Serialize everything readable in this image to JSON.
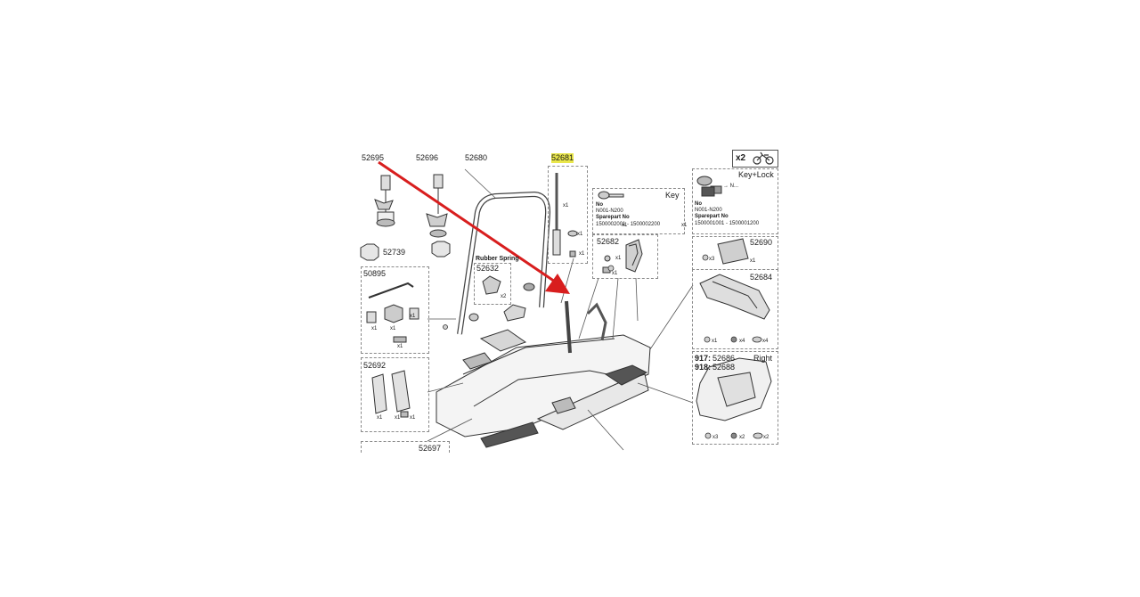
{
  "parts": {
    "p52695": "52695",
    "p52696": "52696",
    "p52680": "52680",
    "p52681": "52681",
    "p52739": "52739",
    "p50895": "50895",
    "p52632": "52632",
    "p52692": "52692",
    "p52682": "52682",
    "p52690": "52690",
    "p52684": "52684",
    "p52686": "52686",
    "p52688": "52688",
    "p52697_partial": "52697"
  },
  "labels": {
    "rubber_spring": "Rubber Spring",
    "key": "Key",
    "key_lock": "Key+Lock",
    "right": "Right",
    "no": "No",
    "range": "N001-N200",
    "sparepart_no": "Sparepart No",
    "key_sparepart_range": "1500002001 - 1500002200",
    "lock_sparepart_range": "1500001001 - 1500001200",
    "key_arrow": "→ N...",
    "code_917": "917:",
    "code_918": "918:",
    "x2_bike": "x2"
  },
  "quantities": {
    "x1": "x1",
    "x2": "x2",
    "x3": "x3",
    "x4": "x4"
  },
  "colors": {
    "line": "#333333",
    "dashed_box": "#8a8a8a",
    "arrow": "#d81e1e",
    "highlight": "#e9e64a",
    "part_fill": "#dcdcdc",
    "part_dark": "#9a9a9a"
  }
}
